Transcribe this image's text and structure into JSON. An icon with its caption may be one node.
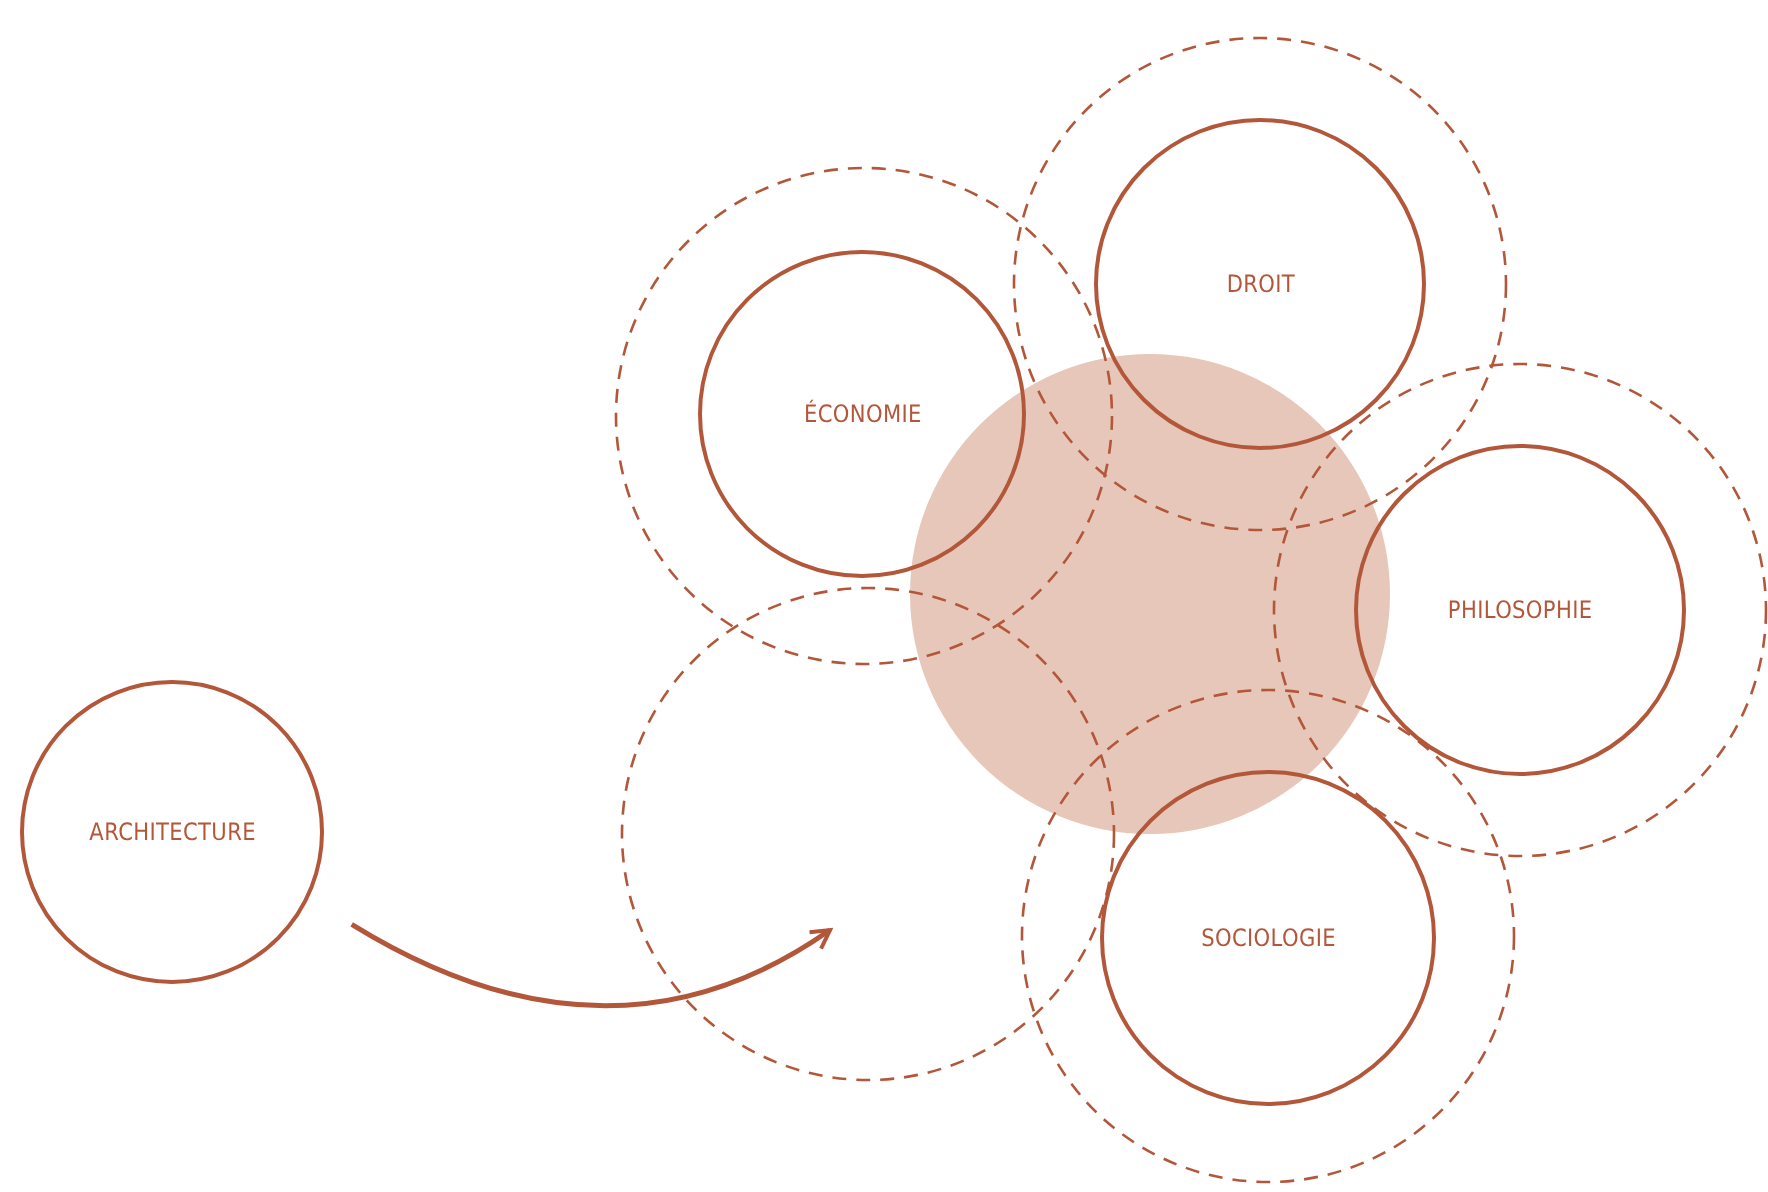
{
  "diagram": {
    "nodes": [
      {
        "text": [
          "ARCHITECTURE"
        ]
      },
      {
        "text": [],
        "shape": "circle"
      },
      {
        "text": [
          "ÉCONOMIE"
        ],
        "in": 1
      },
      {
        "text": [],
        "shape": "circle"
      },
      {
        "text": [
          "DROIT"
        ],
        "in": 3
      },
      {
        "text": [],
        "shape": "circle"
      },
      {
        "text": [],
        "shape": "circle"
      },
      {
        "text": [
          "PHILOSOPHIE"
        ],
        "in": 6
      },
      {
        "text": [],
        "shape": "circle"
      },
      {
        "text": [],
        "shape": "circle"
      },
      {
        "text": [
          "SOCIOLOGIE"
        ],
        "in": 9
      }
    ],
    "edges": [
      {
        "from": 0,
        "to": 8,
        "arrow": "to"
      }
    ]
  }
}
